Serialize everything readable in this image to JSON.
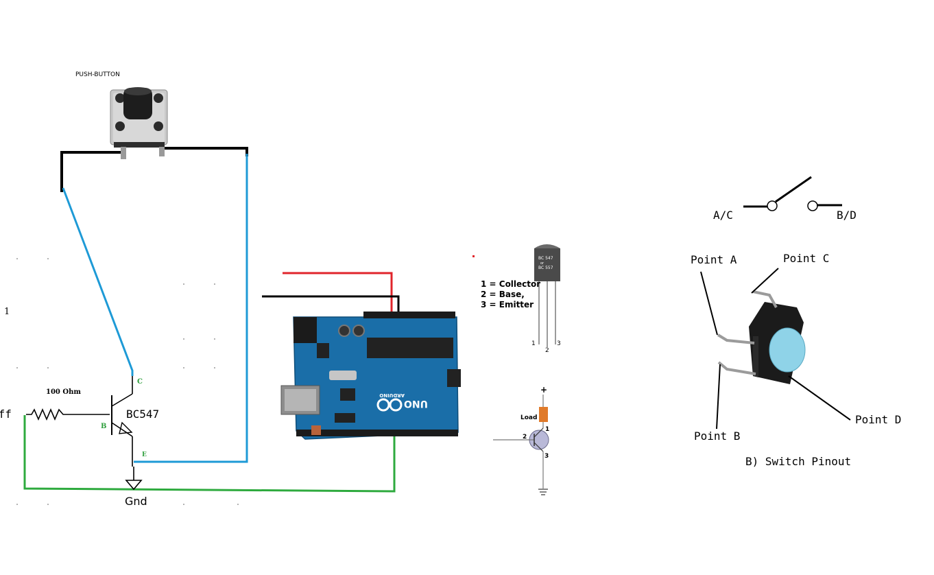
{
  "push_button": {
    "title": "PUSH-BUTTON"
  },
  "schematic": {
    "resistor_label": "100 Ohm",
    "left_edge_text": "Off",
    "transistor_label": "BC547",
    "pin_c": "C",
    "pin_b": "B",
    "pin_e": "E",
    "ground_label": "Gnd",
    "stray_mark": "1"
  },
  "arduino": {
    "logo_text": "UNO",
    "brand_text": "ARDUINO"
  },
  "transistor_pinout": {
    "lines": [
      "1 = Collector",
      "2 = Base,",
      "3 = Emitter"
    ],
    "body_text": [
      "BC 547",
      "or",
      "BC 557"
    ],
    "leg_numbers": [
      "1",
      "2",
      "3"
    ]
  },
  "load_circuit": {
    "plus": "+",
    "load": "Load",
    "pin1": "1",
    "pin2": "2",
    "pin3": "3"
  },
  "switch_pinout": {
    "symbol_left": "A/C",
    "symbol_right": "B/D",
    "point_a": "Point A",
    "point_b": "Point B",
    "point_c": "Point C",
    "point_d": "Point D",
    "caption": "B) Switch Pinout"
  },
  "colors": {
    "wire_black": "#000000",
    "wire_blue": "#1e9ad6",
    "wire_red": "#e0242b",
    "wire_green": "#2eaa3e",
    "pin_label_green": "#2e9e3c",
    "board_blue": "#1a6ea8",
    "switch_cap": "#8fd3e8",
    "load_orange": "#e07a2a"
  }
}
